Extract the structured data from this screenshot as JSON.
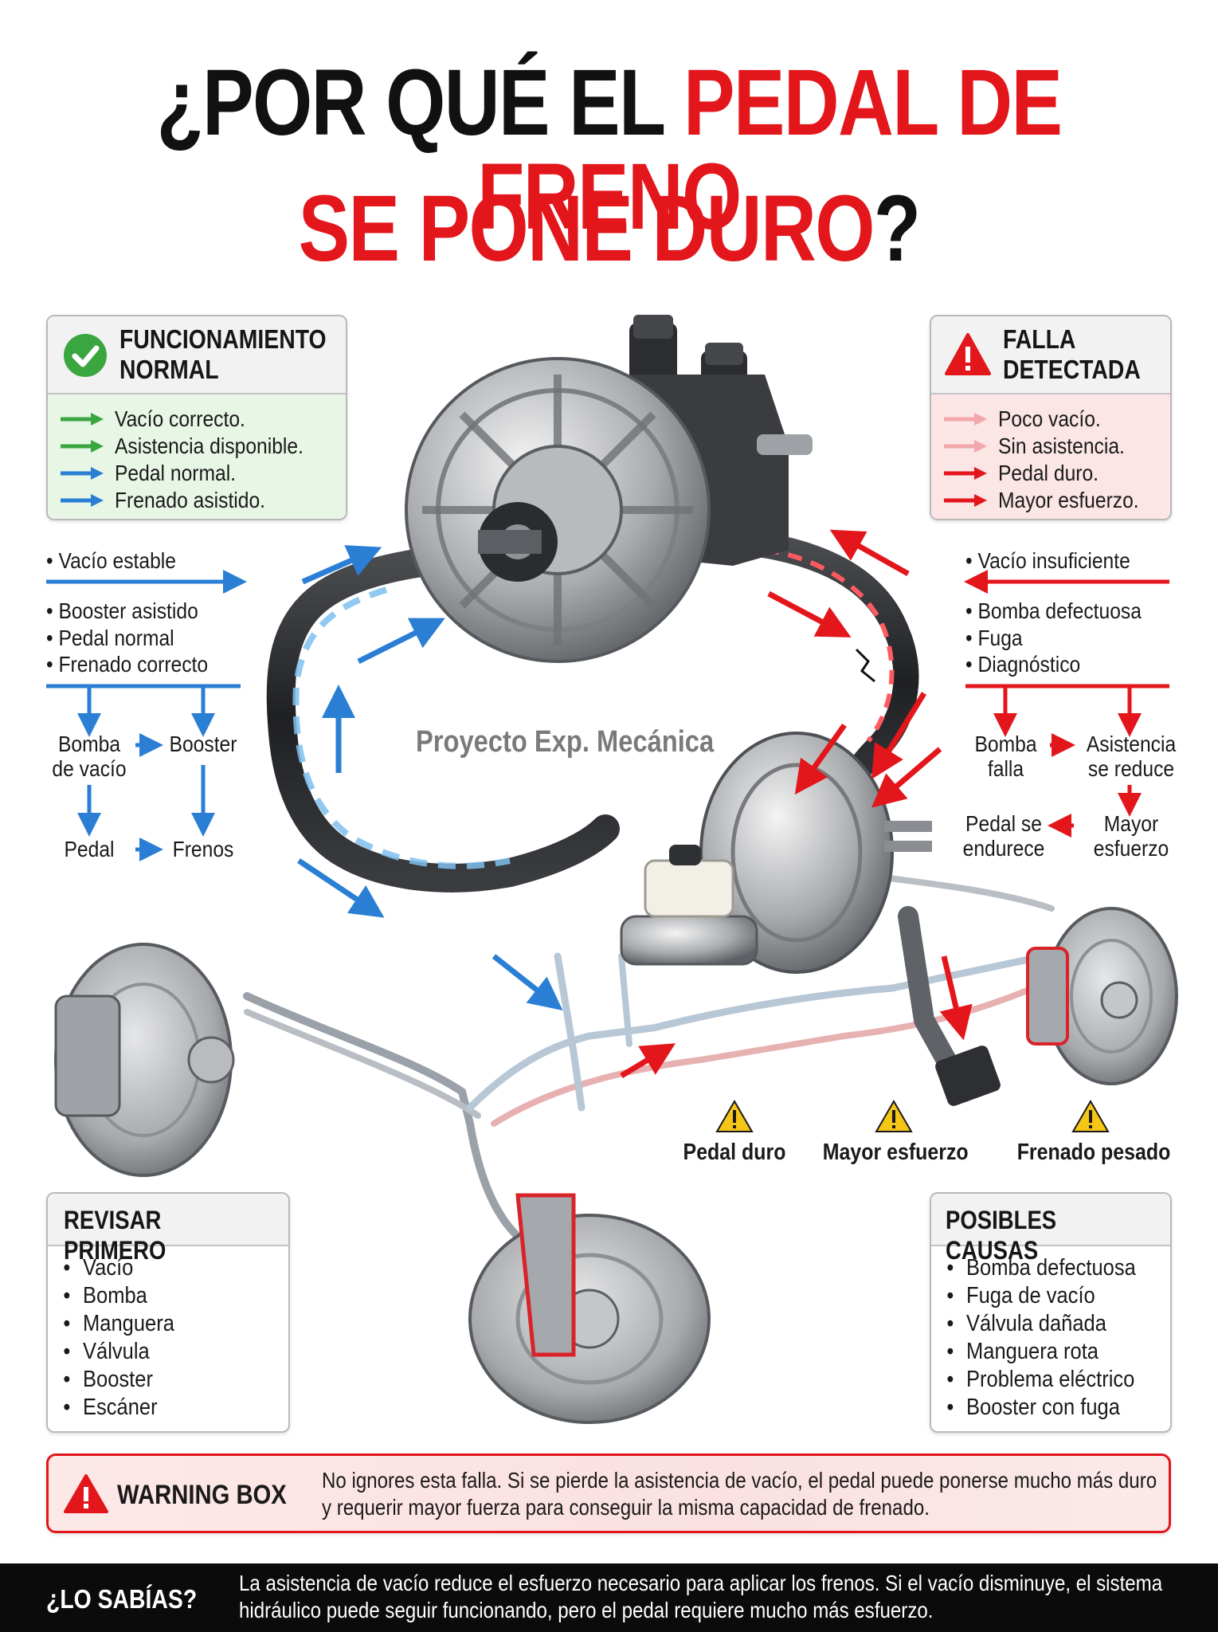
{
  "title": {
    "line1_black": "¿POR QUÉ EL",
    "line1_red": "PEDAL DE FRENO",
    "line2_red": "SE PONE DURO",
    "line2_black": "?"
  },
  "normal_panel": {
    "icon": "check-circle-icon",
    "title_line1": "FUNCIONAMIENTO",
    "title_line2": "NORMAL",
    "items": [
      "Vacío correcto.",
      "Asistencia disponible.",
      "Pedal normal.",
      "Frenado asistido."
    ]
  },
  "falla_panel": {
    "icon": "warning-triangle-icon",
    "title_line1": "FALLA",
    "title_line2": "DETECTADA",
    "items": [
      "Poco vacío.",
      "Sin asistencia.",
      "Pedal duro.",
      "Mayor esfuerzo."
    ]
  },
  "left_flow": {
    "bullet_top": "• Vacío estable",
    "bullets": [
      "• Booster asistido",
      "• Pedal normal",
      "• Frenado correcto"
    ],
    "bomba": "Bomba\nde vacío",
    "booster": "Booster",
    "pedal": "Pedal",
    "frenos": "Frenos"
  },
  "right_flow": {
    "bullet_top": "• Vacío insuficiente",
    "bullets": [
      "• Bomba defectuosa",
      "• Fuga",
      "• Diagnóstico"
    ],
    "bomba_falla": "Bomba\nfalla",
    "asistencia": "Asistencia\nse reduce",
    "mayor": "Mayor\nesfuerzo",
    "pedal": "Pedal se\nendurece"
  },
  "watermark": "Proyecto Exp. Mecánica",
  "warning_labels": [
    "Pedal duro",
    "Mayor esfuerzo",
    "Frenado pesado"
  ],
  "revisar_panel": {
    "title": "REVISAR PRIMERO",
    "items": [
      "Vacío",
      "Bomba",
      "Manguera",
      "Válvula",
      "Booster",
      "Escáner"
    ]
  },
  "causas_panel": {
    "title": "POSIBLES CAUSAS",
    "items": [
      "Bomba defectuosa",
      "Fuga de vacío",
      "Válvula dañada",
      "Manguera rota",
      "Problema eléctrico",
      "Booster con fuga"
    ]
  },
  "warning_box": {
    "title": "WARNING BOX",
    "text": "No ignores esta falla. Si se pierde la asistencia de vacío, el pedal puede ponerse mucho más duro y requerir mayor fuerza para conseguir la misma capacidad de frenado."
  },
  "footer": {
    "title": "¿LO SABÍAS?",
    "text": "La asistencia de vacío reduce el esfuerzo necesario para aplicar los frenos. Si el vacío disminuye, el sistema hidráulico puede seguir funcionando, pero el pedal requiere mucho más esfuerzo."
  },
  "colors": {
    "accent_red": "#e3161b",
    "green": "#3aa640",
    "blue": "#2a7fd4",
    "pink": "#f2a7aa"
  }
}
